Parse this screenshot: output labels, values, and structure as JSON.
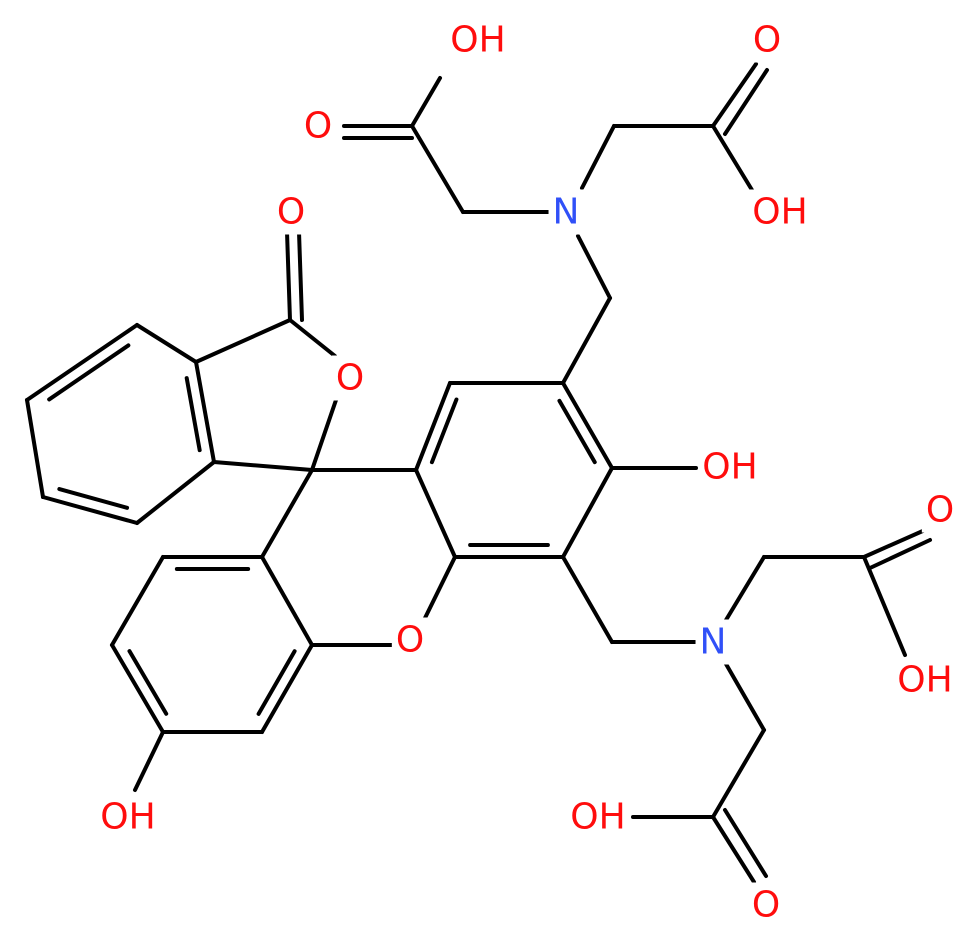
{
  "colors": {
    "bond": "#000000",
    "oxygen": "#ff0d0d",
    "nitrogen": "#3050f8",
    "background": "#ffffff"
  },
  "labels": {
    "oh_top": "OH",
    "o_upper_left": "O",
    "o_top_right": "O",
    "oh_upper_right": "OH",
    "n_top": "N",
    "o_lactone_carbonyl": "O",
    "o_lactone_ring": "O",
    "oh_phenol": "OH",
    "o_right": "O",
    "n_bottom": "N",
    "oh_right": "OH",
    "o_xanthene": "O",
    "oh_bottom_left": "OH",
    "oh_bottom": "OH",
    "o_bottom": "O"
  }
}
